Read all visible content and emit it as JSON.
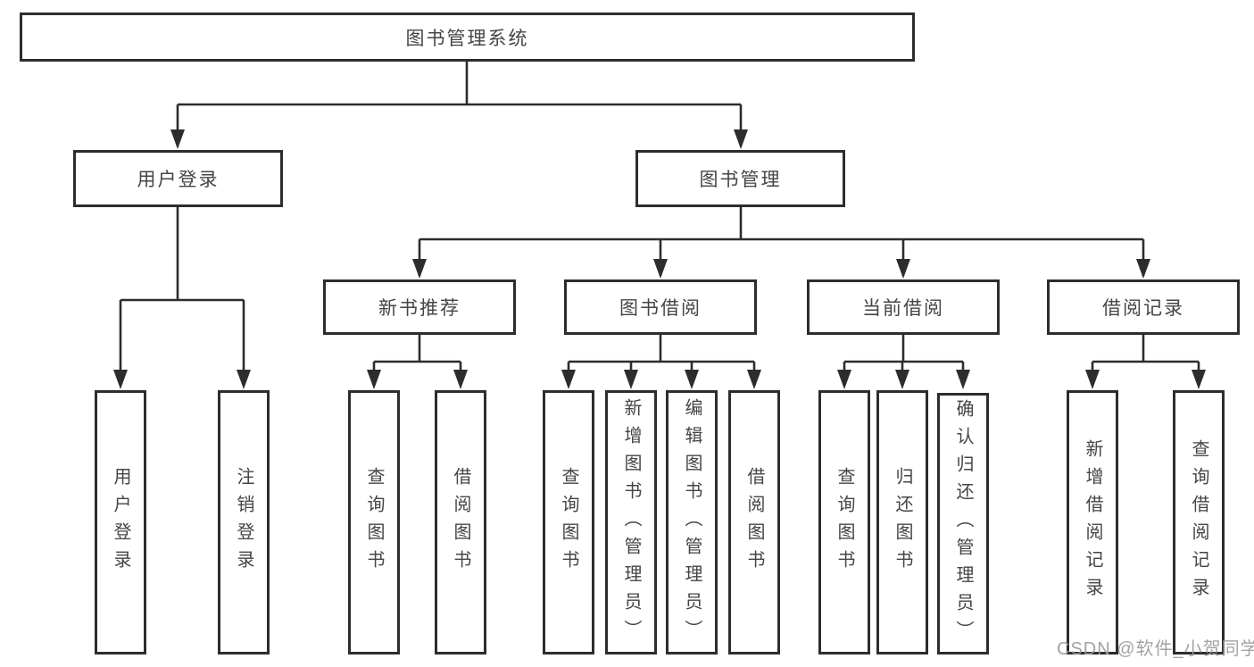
{
  "root_label": "图书管理系统",
  "branches": [
    {
      "label": "用户登录",
      "children": [
        {
          "label": "用户登录"
        },
        {
          "label": "注销登录"
        }
      ]
    },
    {
      "label": "图书管理",
      "children": [
        {
          "label": "新书推荐",
          "children": [
            {
              "label": "查询图书"
            },
            {
              "label": "借阅图书"
            }
          ]
        },
        {
          "label": "图书借阅",
          "children": [
            {
              "label": "查询图书"
            },
            {
              "label": "新增图书（管理员）"
            },
            {
              "label": "编辑图书（管理员）"
            },
            {
              "label": "借阅图书"
            }
          ]
        },
        {
          "label": "当前借阅",
          "children": [
            {
              "label": "查询图书"
            },
            {
              "label": "归还图书"
            },
            {
              "label": "确认归还（管理员）"
            }
          ]
        },
        {
          "label": "借阅记录",
          "children": [
            {
              "label": "新增借阅记录"
            },
            {
              "label": "查询借阅记录"
            }
          ]
        }
      ]
    }
  ],
  "watermark": "CSDN @软件_小贺同学"
}
